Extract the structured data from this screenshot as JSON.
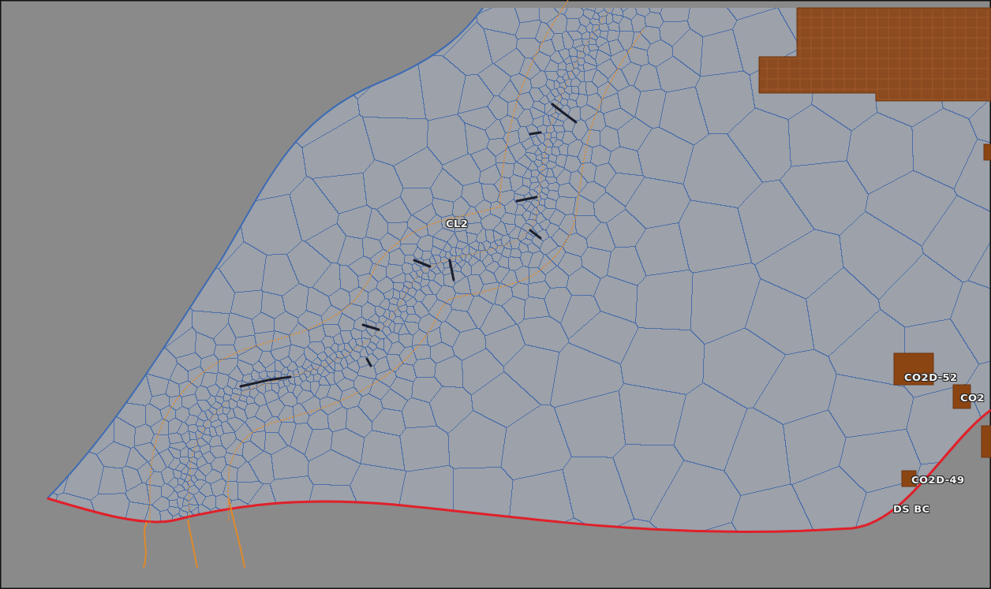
{
  "diagram": {
    "labels": [
      "CL2",
      "CO2D-52",
      "CO2",
      "CO2D-49",
      "DS BC"
    ]
  }
}
